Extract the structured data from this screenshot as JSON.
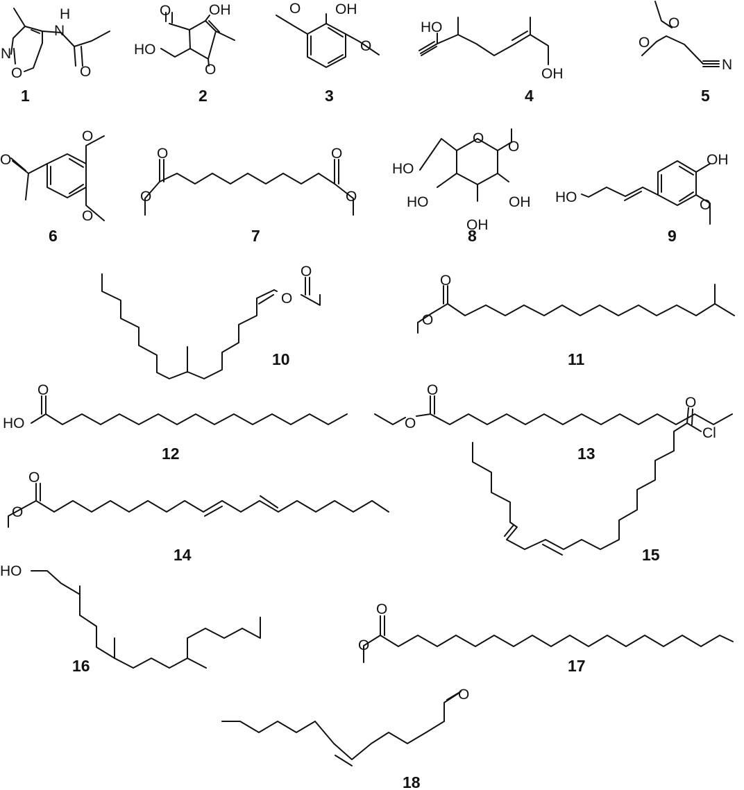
{
  "figure": {
    "compounds": [
      {
        "id": "1",
        "atoms": [
          "N",
          "O",
          "H",
          "N",
          "O"
        ]
      },
      {
        "id": "2",
        "atoms": [
          "O",
          "OH",
          "HO",
          "O"
        ]
      },
      {
        "id": "3",
        "atoms": [
          "O",
          "OH",
          "O"
        ]
      },
      {
        "id": "4",
        "atoms": [
          "HO",
          "OH"
        ]
      },
      {
        "id": "5",
        "atoms": [
          "O",
          "O",
          "N"
        ]
      },
      {
        "id": "6",
        "atoms": [
          "O",
          "O",
          "O"
        ]
      },
      {
        "id": "7",
        "atoms": [
          "O",
          "O",
          "O",
          "O"
        ]
      },
      {
        "id": "8",
        "atoms": [
          "O",
          "O",
          "HO",
          "HO",
          "OH",
          "OH"
        ]
      },
      {
        "id": "9",
        "atoms": [
          "OH",
          "HO",
          "O"
        ]
      },
      {
        "id": "10",
        "atoms": [
          "O",
          "O"
        ]
      },
      {
        "id": "11",
        "atoms": [
          "O",
          "O"
        ]
      },
      {
        "id": "12",
        "atoms": [
          "O",
          "HO"
        ]
      },
      {
        "id": "13",
        "atoms": [
          "O",
          "O"
        ]
      },
      {
        "id": "14",
        "atoms": [
          "O",
          "O"
        ]
      },
      {
        "id": "15",
        "atoms": [
          "O",
          "Cl"
        ]
      },
      {
        "id": "16",
        "atoms": [
          "HO"
        ]
      },
      {
        "id": "17",
        "atoms": [
          "O",
          "O"
        ]
      },
      {
        "id": "18",
        "atoms": [
          "O"
        ]
      }
    ]
  }
}
